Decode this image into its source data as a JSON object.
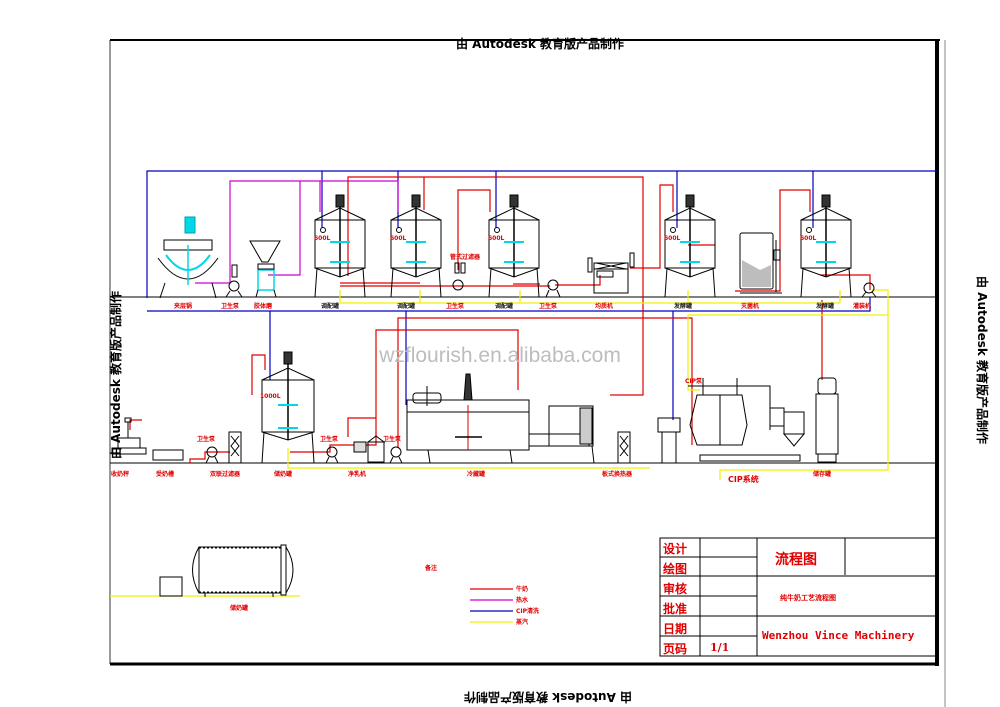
{
  "watermark": {
    "top": "由 Autodesk 教育版产品制作",
    "bottom": "由 Autodesk 教育版产品制作",
    "left": "由 Autodesk 教育版产品制作",
    "right": "由 Autodesk 教育版产品制作",
    "site": "wzflourish.en.alibaba.com"
  },
  "colors": {
    "material": "#e00000",
    "hot_water": "#d000d0",
    "cip_return": "#0000c0",
    "steam": "#f0f000",
    "agitator": "#00d8e8",
    "frame": "#000000"
  },
  "upper_row": {
    "tank_capacity": [
      "600L",
      "600L",
      "600L",
      "600L",
      "600L"
    ],
    "labels": [
      "夹层锅",
      "卫生泵",
      "胶体磨",
      "调配罐",
      "调配罐",
      "卫生泵",
      "调配罐",
      "卫生泵",
      "均质机",
      "发酵罐",
      "灭菌机",
      "发酵罐",
      "灌装机"
    ],
    "label_kinds": [
      "red",
      "red",
      "red",
      "dark",
      "dark",
      "red",
      "dark",
      "red",
      "red",
      "dark",
      "red",
      "dark",
      "red"
    ],
    "filter_label": "管式过滤器"
  },
  "lower_row": {
    "tank_capacity": "1000L",
    "labels": [
      "收奶秤",
      "受奶槽",
      "双联过滤器",
      "储奶罐",
      "净乳机",
      "冷藏罐",
      "板式换热器",
      "储存罐"
    ],
    "pump_label": "卫生泵",
    "cip_label": "CIP系统",
    "cip_pump_label": "CIP泵"
  },
  "tank_area": {
    "label": "储奶罐"
  },
  "legend": {
    "title": "备注",
    "items": [
      {
        "label": "牛奶",
        "color": "#e00000"
      },
      {
        "label": "热水",
        "color": "#d000d0"
      },
      {
        "label": "CIP清洗",
        "color": "#0000c0"
      },
      {
        "label": "蒸汽",
        "color": "#f0f000"
      }
    ]
  },
  "title_block": {
    "rows": [
      "设计",
      "绘图",
      "审核",
      "批准",
      "日期",
      "页码"
    ],
    "page": "1/1",
    "drawing_title": "流程图",
    "subtitle": "纯牛奶工艺流程图",
    "company": "Wenzhou Vince Machinery"
  }
}
